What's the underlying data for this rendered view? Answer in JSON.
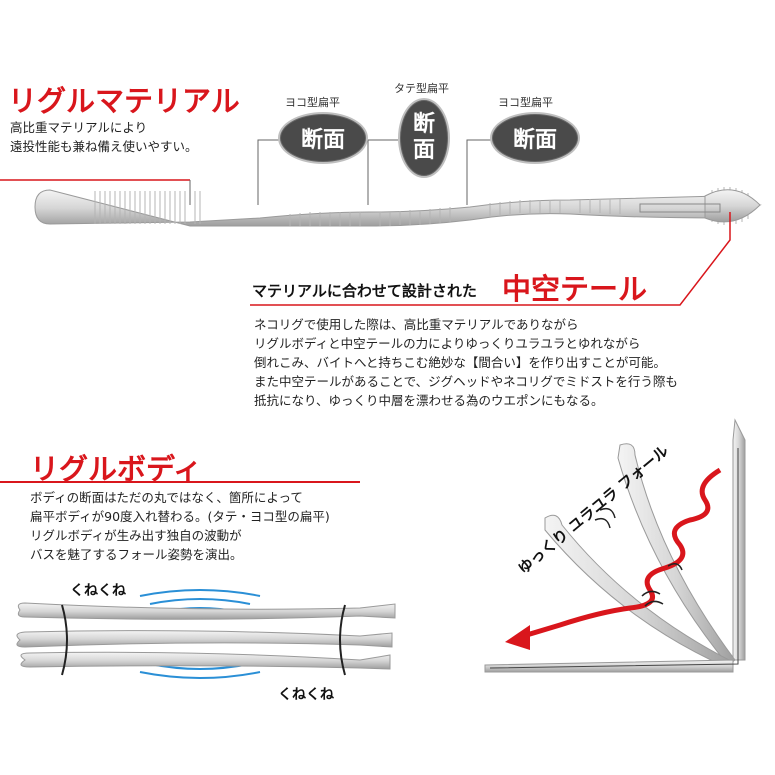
{
  "material": {
    "heading": "リグルマテリアル",
    "desc": [
      "高比重マテリアルにより",
      "遠投性能も兼ね備え使いやすい。"
    ]
  },
  "cross_sections": [
    {
      "type_label": "ヨコ型扁平",
      "pill_text": "断面",
      "orientation": "horizontal"
    },
    {
      "type_label": "タテ型扁平",
      "pill_text": "断面",
      "orientation": "vertical"
    },
    {
      "type_label": "ヨコ型扁平",
      "pill_text": "断面",
      "orientation": "horizontal"
    }
  ],
  "tail": {
    "prefix": "マテリアルに合わせて設計された",
    "heading": "中空テール",
    "desc": [
      "ネコリグで使用した際は、高比重マテリアルでありながら",
      "リグルボディと中空テールの力によりゆっくりユラユラとゆれながら",
      "倒れこみ、バイトへと持ちこむ絶妙な【間合い】を作り出すことが可能。",
      "また中空テールがあることで、ジグヘッドやネコリグでミドストを行う際も",
      "抵抗になり、ゆっくり中層を漂わせる為のウエポンにもなる。"
    ]
  },
  "body": {
    "heading": "リグルボディ",
    "desc": [
      "ボディの断面はただの丸ではなく、箇所によって",
      "扁平ボディが90度入れ替わる。(タテ・ヨコ型の扁平)",
      "リグルボディが生み出す独自の波動が",
      "バスを魅了するフォール姿勢を演出。"
    ]
  },
  "wiggle": {
    "top_label": "くねくね",
    "bottom_label": "くねくね"
  },
  "fall": {
    "label": "ゆっくり ユラユラ フォール"
  },
  "colors": {
    "accent": "#d9161c",
    "worm": "#d8d8d8",
    "wave": "#2a8fd6"
  }
}
